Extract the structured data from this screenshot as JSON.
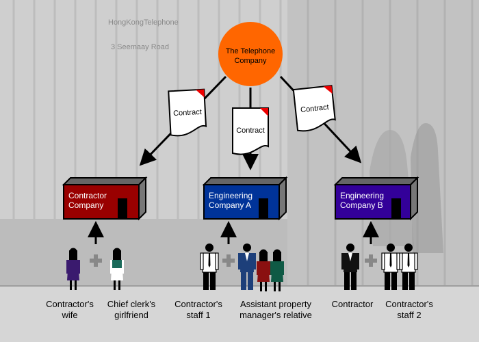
{
  "hub": {
    "label_line1": "The Telephone",
    "label_line2": "Company",
    "color": "#ff6600"
  },
  "contract": {
    "label": "Contract"
  },
  "sign": {
    "line1": "HongKongTelephone",
    "line2": "3  Seemaay  Road"
  },
  "companies": [
    {
      "line1": "Contractor",
      "line2": "Company",
      "color": "#990000"
    },
    {
      "line1": "Engineering",
      "line2": "Company A",
      "color": "#003399"
    },
    {
      "line1": "Engineering",
      "line2": "Company B",
      "color": "#330099"
    }
  ],
  "people": [
    {
      "line1": "Contractor's",
      "line2": "wife"
    },
    {
      "line1": "Chief clerk's",
      "line2": "girlfriend"
    },
    {
      "line1": "Contractor's",
      "line2": "staff 1"
    },
    {
      "line1": "Assistant property",
      "line2": "manager's relative"
    },
    {
      "line1": "Contractor",
      "line2": ""
    },
    {
      "line1": "Contractor's",
      "line2": "staff 2"
    }
  ]
}
